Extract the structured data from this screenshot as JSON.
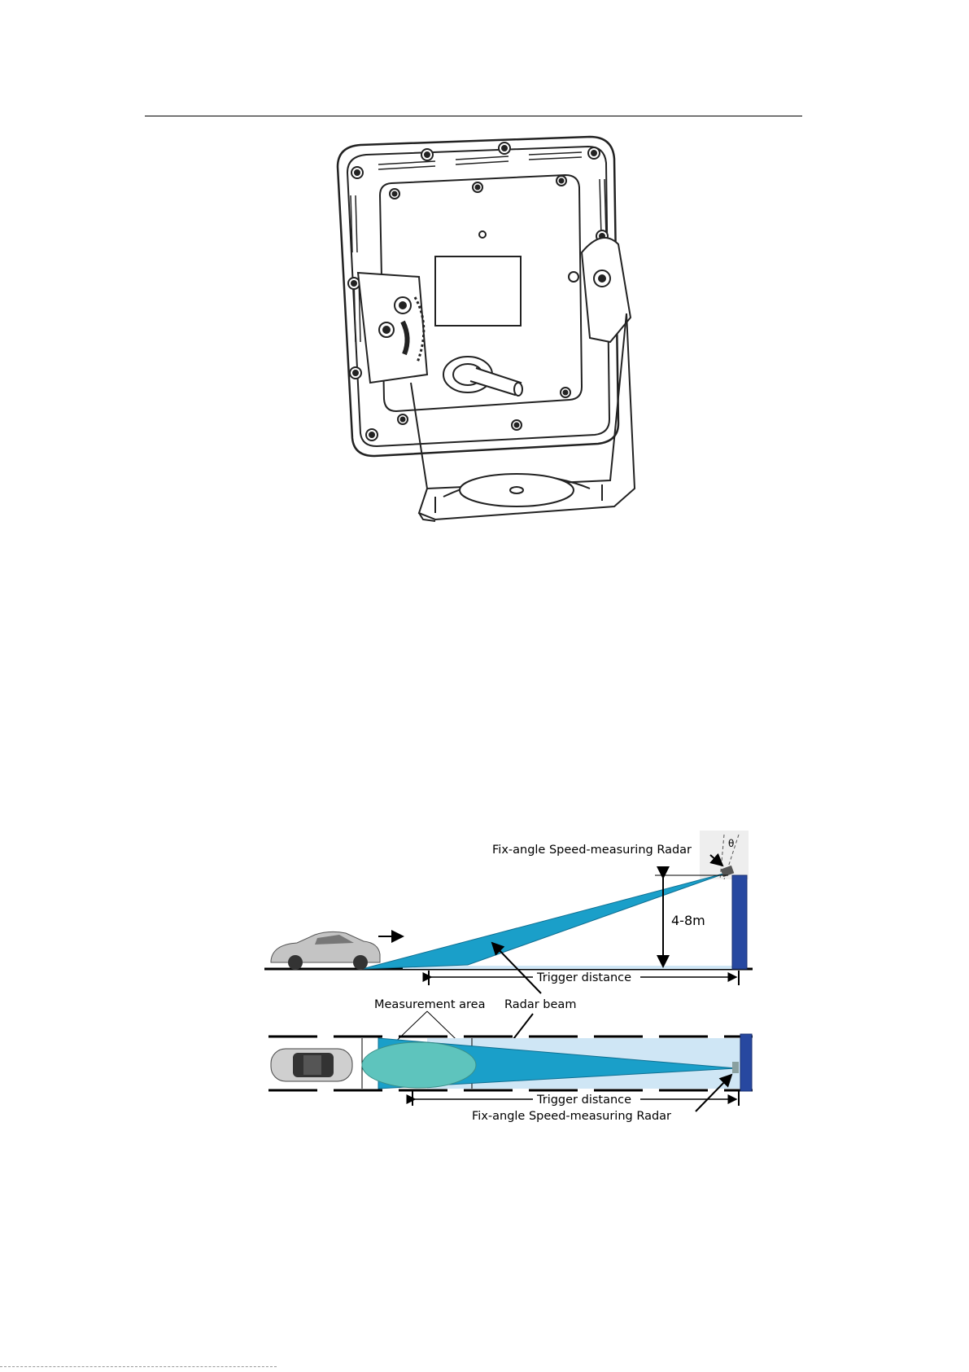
{
  "diagram": {
    "side_view": {
      "radar_label": "Fix-angle Speed-measuring Radar",
      "angle_symbol": "θ",
      "height_label": "4-8m",
      "trigger_label": "Trigger distance"
    },
    "callouts": {
      "measurement_area": "Measurement area",
      "radar_beam": "Radar beam"
    },
    "top_view": {
      "trigger_label": "Trigger distance",
      "radar_label": "Fix-angle Speed-measuring Radar"
    }
  },
  "colors": {
    "beam": "#1a9fc9",
    "beam_light": "#cfe6f5",
    "pole": "#2748a0",
    "measurement_area": "#5ec4bd"
  }
}
